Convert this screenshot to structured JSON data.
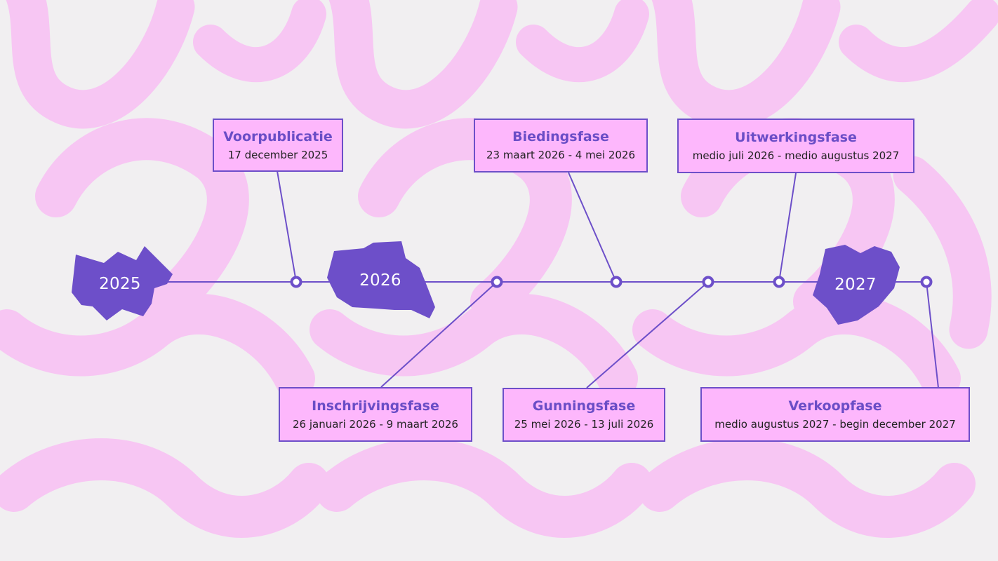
{
  "colors": {
    "accent": "#6d4fc9",
    "box_fill": "#fdb7fc",
    "background": "#f1eff1",
    "pattern": "#f7c6f3"
  },
  "years": [
    "2025",
    "2026",
    "2027"
  ],
  "phases": [
    {
      "title": "Voorpublicatie",
      "dates": "17 december 2025"
    },
    {
      "title": "Inschrijvingsfase",
      "dates": "26 januari 2026 - 9 maart 2026"
    },
    {
      "title": "Biedingsfase",
      "dates": "23 maart 2026 - 4 mei 2026"
    },
    {
      "title": "Gunningsfase",
      "dates": "25 mei 2026 - 13 juli 2026"
    },
    {
      "title": "Uitwerkingsfase",
      "dates": "medio juli 2026 - medio augustus 2027"
    },
    {
      "title": "Verkoopfase",
      "dates": "medio augustus 2027 - begin december 2027"
    }
  ]
}
